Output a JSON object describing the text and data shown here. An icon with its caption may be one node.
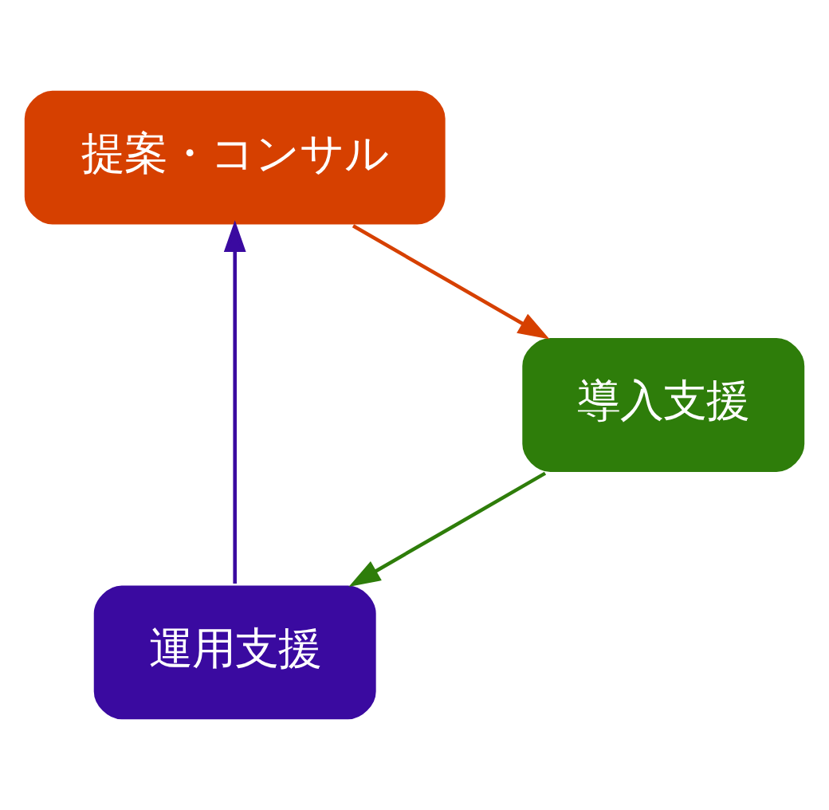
{
  "diagram": {
    "nodes": [
      {
        "text": [
          "運用支援"
        ]
      },
      {
        "text": [
          "提案・コンサル"
        ]
      },
      {
        "text": [
          "導入支援"
        ]
      }
    ],
    "edges": [
      {
        "from": 0,
        "to": 1,
        "arrow": "to",
        "color": "#3a0aa0"
      },
      {
        "from": 1,
        "to": 2,
        "arrow": "to",
        "color": "#d64000"
      },
      {
        "from": 2,
        "to": 0,
        "arrow": "to",
        "color": "#2e7d0a"
      }
    ]
  }
}
